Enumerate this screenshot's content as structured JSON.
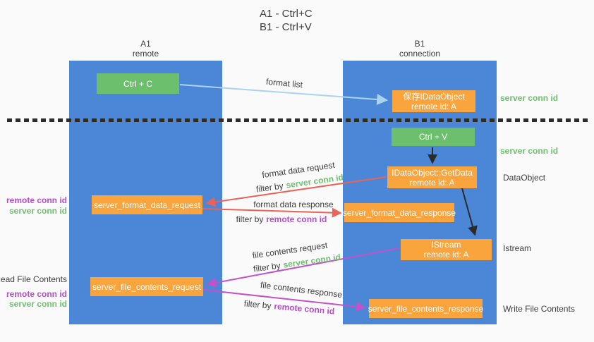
{
  "title": {
    "line1": "A1 - Ctrl+C",
    "line2": "B1 - Ctrl+V"
  },
  "lanes": {
    "left": {
      "name": "A1",
      "sub": "remote"
    },
    "right": {
      "name": "B1",
      "sub": "connection"
    }
  },
  "boxes": {
    "ctrl_c": "Ctrl + C",
    "ctrl_v": "Ctrl + V",
    "save_dataobject": {
      "line1": "保存IDataObject",
      "line2": "remote id: A"
    },
    "getdata": {
      "line1": "IDataObject::GetData",
      "line2": "remote id: A"
    },
    "istream": {
      "line1": "IStream",
      "line2": "remote id: A"
    },
    "format_request": "server_format_data_request",
    "format_response": "server_format_data_response",
    "file_request": "server_file_contents_request",
    "file_response": "server_file_contents_response"
  },
  "arrow_labels": {
    "format_list": "format list",
    "format_data_request": "format data request",
    "format_data_response": "format data response",
    "file_contents_request": "file contents request",
    "file_contents_response": "file contents response",
    "filter_by": "filter by",
    "server_conn_id": "server conn id",
    "remote_conn_id": "remote conn id"
  },
  "side_labels": {
    "server_conn_id": "server conn id",
    "remote_conn_id": "remote conn id",
    "dataobject": "DataObject",
    "istream": "Istream",
    "read_file_contents": "Read File Contents",
    "write_file_contents": "Write File Contents"
  },
  "colors": {
    "lane_blue": "#4b86d7",
    "box_green": "#6cbf6c",
    "box_orange": "#f9a43d",
    "arrow_red": "#e96358",
    "arrow_magenta": "#c351c7",
    "arrow_light_blue": "#a9d3ee",
    "arrow_black": "#2b2b2b",
    "text_green": "#6fbf6f",
    "text_purple": "#b44ec9"
  }
}
